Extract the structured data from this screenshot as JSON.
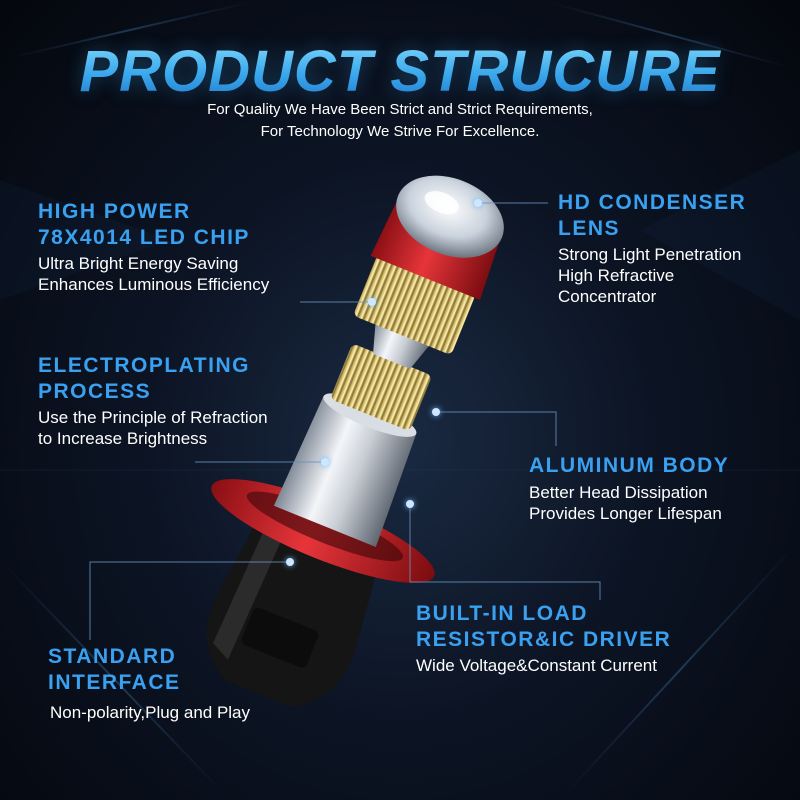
{
  "header": {
    "title": "PRODUCT STRUCURE",
    "subtitle_line1": "For Quality We Have Been Strict and Strict Requirements,",
    "subtitle_line2": "For Technology We Strive For Excellence."
  },
  "features": {
    "high_power": {
      "title_line1": "HIGH POWER",
      "title_line2": "78X4014 LED CHIP",
      "desc_line1": "Ultra Bright Energy Saving",
      "desc_line2": "Enhances Luminous Efficiency"
    },
    "condenser": {
      "title_line1": "HD CONDENSER",
      "title_line2": "LENS",
      "desc_line1": "Strong Light Penetration",
      "desc_line2": "High Refractive",
      "desc_line3": "Concentrator"
    },
    "electroplating": {
      "title_line1": "ELECTROPLATING",
      "title_line2": "PROCESS",
      "desc_line1": "Use the Principle of Refraction",
      "desc_line2": "to Increase Brightness"
    },
    "aluminum": {
      "title_line1": "ALUMINUM BODY",
      "desc_line1": "Better Head Dissipation",
      "desc_line2": "Provides Longer Lifespan"
    },
    "driver": {
      "title_line1": "BUILT-IN LOAD",
      "title_line2": "RESISTOR&IC DRIVER",
      "desc_line1": "Wide Voltage&Constant Current"
    },
    "interface": {
      "title_line1": "STANDARD",
      "title_line2": "INTERFACE",
      "desc_line1": "Non-polarity,Plug and Play"
    }
  },
  "colors": {
    "accent": "#3aa0f0",
    "title_gradient_top": "#8fe3ff",
    "title_gradient_bottom": "#1f6fc4",
    "bulb_red": "#d8262c",
    "led_yellow": "#f4d774",
    "connector_black": "#151515"
  }
}
